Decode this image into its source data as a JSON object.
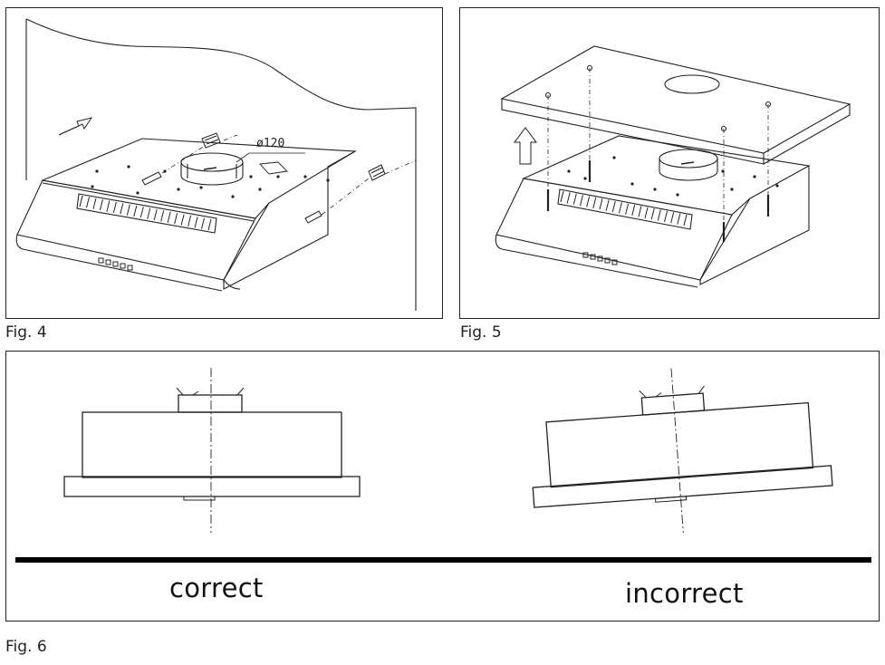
{
  "figures": [
    {
      "id": "fig4",
      "label": "Fig. 4",
      "dimension_label": "ø120"
    },
    {
      "id": "fig5",
      "label": "Fig. 5"
    },
    {
      "id": "fig6",
      "label": "Fig. 6",
      "captions": {
        "correct": "correct",
        "incorrect": "incorrect"
      }
    }
  ],
  "colors": {
    "line": "#222222",
    "background": "#ffffff",
    "floor_line": "#000000"
  }
}
